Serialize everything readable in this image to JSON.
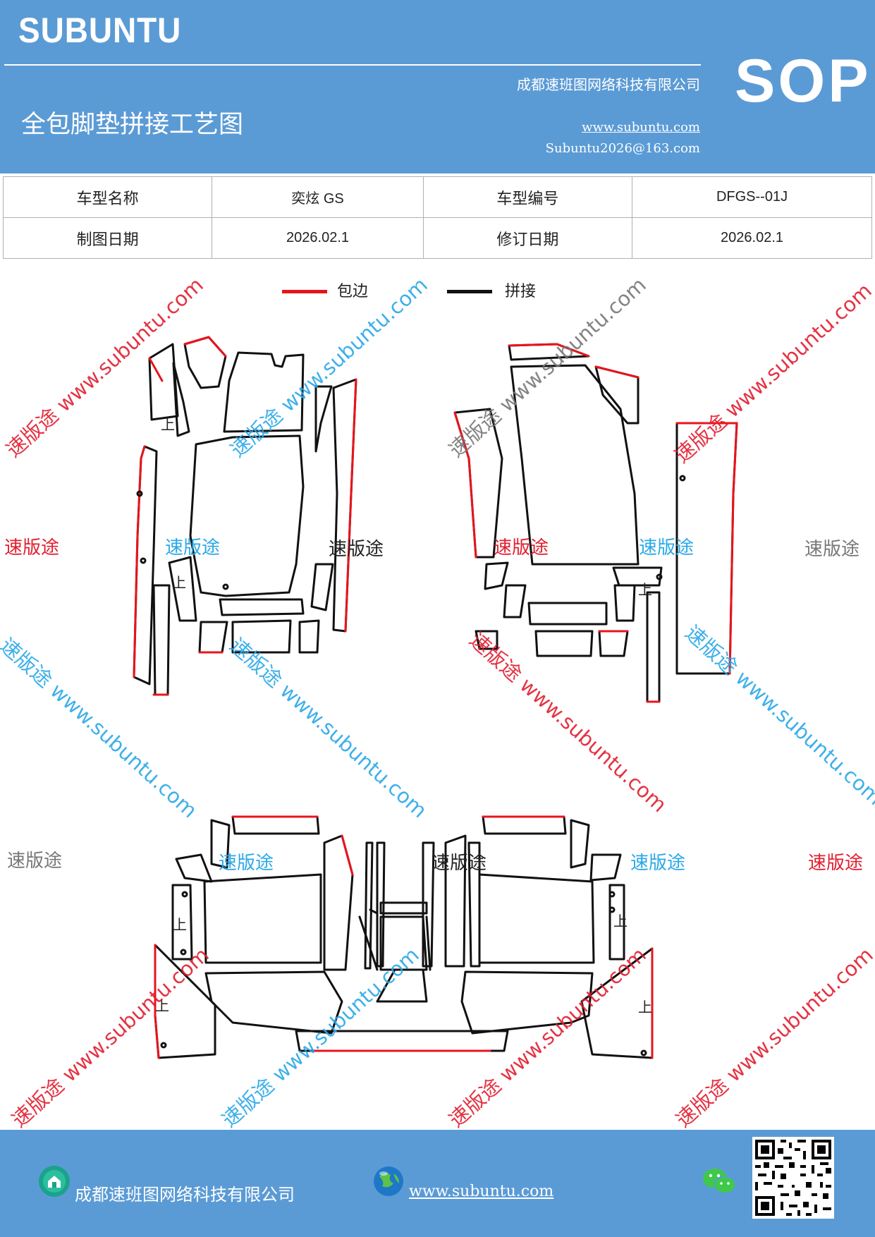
{
  "header": {
    "brand": "SUBUNTU",
    "company": "成都速班图网络科技有限公司",
    "title": "全包脚垫拼接工艺图",
    "website": "www.subuntu.com",
    "email": "Subuntu2026@163.com",
    "badge": "SOP"
  },
  "info_table": {
    "model_name_label": "车型名称",
    "model_name_value": "奕炫 GS",
    "model_code_label": "车型编号",
    "model_code_value": "DFGS--01J",
    "draw_date_label": "制图日期",
    "draw_date_value": "2026.02.1",
    "revise_date_label": "修订日期",
    "revise_date_value": "2026.02.1"
  },
  "legend": {
    "edge_label": "包边",
    "edge_color": "#e8141c",
    "seam_label": "拼接",
    "seam_color": "#111111"
  },
  "watermarks": {
    "brand_text": "速版途",
    "diagonal_text": "速版途 www.subuntu.com",
    "colors": {
      "red": "#e21e2f",
      "blue": "#2aa8e8",
      "gray": "#777777",
      "black": "#222222"
    }
  },
  "up_mark": "上",
  "footer": {
    "company": "成都速班图网络科技有限公司",
    "website": "www.subuntu.com "
  }
}
